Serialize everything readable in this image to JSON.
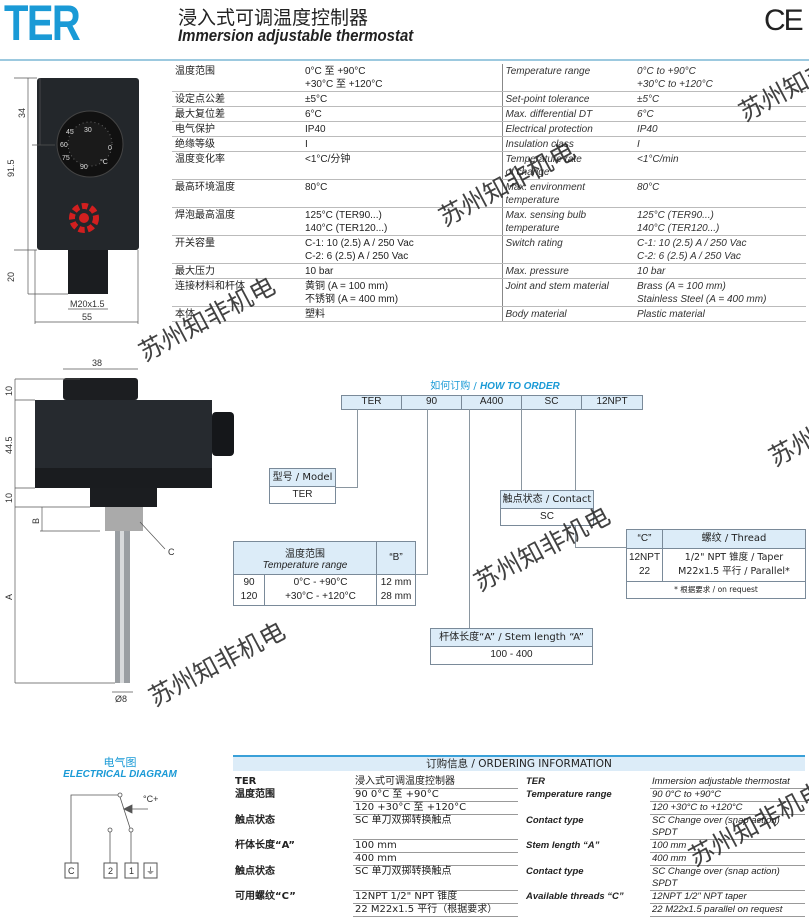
{
  "header": {
    "logo": "TER",
    "title_cn": "浸入式可调温度控制器",
    "title_en": "Immersion adjustable thermostat",
    "ce_mark": "CE"
  },
  "specs": [
    {
      "cn": "温度范围",
      "cn_val": "0°C 至 +90°C\n+30°C 至 +120°C",
      "en": "Temperature range",
      "en_val": "0°C to +90°C\n+30°C to +120°C"
    },
    {
      "cn": "设定点公差",
      "cn_val": "±5°C",
      "en": "Set-point tolerance",
      "en_val": "±5°C"
    },
    {
      "cn": "最大复位差",
      "cn_val": "6°C",
      "en": "Max. differential DT",
      "en_val": "6°C"
    },
    {
      "cn": "电气保护",
      "cn_val": "IP40",
      "en": "Electrical protection",
      "en_val": "IP40"
    },
    {
      "cn": "绝缘等级",
      "cn_val": "I",
      "en": "Insulation class",
      "en_val": "I"
    },
    {
      "cn": "温度变化率",
      "cn_val": "<1°C/分钟",
      "en": "Temperature rate\nof change",
      "en_val": "<1°C/min"
    },
    {
      "cn": "最高环境温度",
      "cn_val": "80°C",
      "en": "Max. environment temperature",
      "en_val": "80°C"
    },
    {
      "cn": "焊泡最高温度",
      "cn_val": "125°C (TER90...)\n140°C (TER120...)",
      "en": "Max. sensing bulb\ntemperature",
      "en_val": "125°C (TER90...)\n140°C (TER120...)"
    },
    {
      "cn": "开关容量",
      "cn_val": "C-1: 10 (2.5) A / 250 Vac\nC-2:  6 (2.5) A / 250 Vac",
      "en": "Switch rating",
      "en_val": "C-1: 10 (2.5) A / 250 Vac\nC-2:  6 (2.5) A / 250 Vac"
    },
    {
      "cn": "最大压力",
      "cn_val": "10 bar",
      "en": "Max. pressure",
      "en_val": "10 bar"
    },
    {
      "cn": "连接材料和杆体",
      "cn_val": "黄铜 (A = 100 mm)\n不锈钢 (A = 400 mm)",
      "en": "Joint and stem material",
      "en_val": "Brass (A = 100 mm)\nStainless Steel (A = 400 mm)"
    },
    {
      "cn": "本体",
      "cn_val": "塑料",
      "en": "Body material",
      "en_val": "Plastic material"
    }
  ],
  "front_dims": {
    "h_total": "91.5",
    "h_dial": "34",
    "h_gland": "20",
    "thread": "M20x1.5",
    "width": "55",
    "dial_ticks": [
      "30",
      "45",
      "60",
      "75",
      "90",
      "0",
      "°C"
    ]
  },
  "side_dims": {
    "knob_w": "38",
    "knob_h": "10",
    "body_h": "44.5",
    "neck_h": "10",
    "b": "B",
    "c": "C",
    "a": "A",
    "dia": "Ø8"
  },
  "how_to_order": {
    "title_cn": "如何订购 / ",
    "title_en": "HOW TO ORDER",
    "code": [
      "TER",
      "90",
      "A400",
      "SC",
      "12NPT"
    ],
    "model": {
      "header": "型号 / Model",
      "value": "TER"
    },
    "contact": {
      "header": "触点状态 / Contact",
      "value": "SC"
    },
    "temp": {
      "header_cn": "温度范围",
      "header_en": "Temperature range",
      "b_header": "“B”",
      "rows": [
        {
          "code": "90",
          "range": "0°C - +90°C",
          "b": "12 mm"
        },
        {
          "code": "120",
          "range": "+30°C - +120°C",
          "b": "28 mm"
        }
      ]
    },
    "thread": {
      "c_header": "“C”",
      "header": "螺纹 / Thread",
      "rows": [
        {
          "code": "12NPT",
          "desc": "1/2\" NPT 锥度 / Taper"
        },
        {
          "code": "22",
          "desc": "M22x1.5 平行 / Parallel*"
        }
      ],
      "note": "* 根据要求 / on request"
    },
    "stem": {
      "header": "杆体长度“A” / Stem length “A”",
      "value": "100 - 400"
    }
  },
  "electrical": {
    "title_cn": "电气图",
    "title_en": "ELECTRICAL DIAGRAM",
    "temp_label": "°C+",
    "terminals": [
      "C",
      "2",
      "1",
      "⏚"
    ]
  },
  "ordering_info": {
    "title": "订购信息 / ORDERING INFORMATION",
    "rows": [
      {
        "k": "TER",
        "v": "浸入式可调温度控制器",
        "ke": "TER",
        "ve": "Immersion adjustable thermostat"
      },
      {
        "k": "温度范围",
        "v": "90   0°C 至 +90°C",
        "ke": "Temperature range",
        "ve": "90   0°C to +90°C"
      },
      {
        "k": "",
        "v": "120  +30°C 至 +120°C",
        "ke": "",
        "ve": "120  +30°C to +120°C"
      },
      {
        "k": "触点状态",
        "v": "SC   单刀双掷转换触点",
        "ke": "Contact type",
        "ve": "SC   Change over (snap action) SPDT"
      },
      {
        "k": "杆体长度“A”",
        "v": "100 mm",
        "ke": "Stem length “A”",
        "ve": "100 mm"
      },
      {
        "k": "",
        "v": "400 mm",
        "ke": "",
        "ve": "400 mm"
      },
      {
        "k": "触点状态",
        "v": "SC   单刀双掷转换触点",
        "ke": "Contact type",
        "ve": "SC   Change over (snap action) SPDT"
      },
      {
        "k": "可用螺纹“C”",
        "v": "12NPT   1/2\" NPT 锥度",
        "ke": "Available threads “C”",
        "ve": "12NPT   1/2\" NPT taper"
      },
      {
        "k": "",
        "v": "22   M22x1.5 平行（根据要求）",
        "ke": "",
        "ve": "22   M22x1.5 parallel on request"
      }
    ]
  },
  "watermark": "苏州知非机电"
}
